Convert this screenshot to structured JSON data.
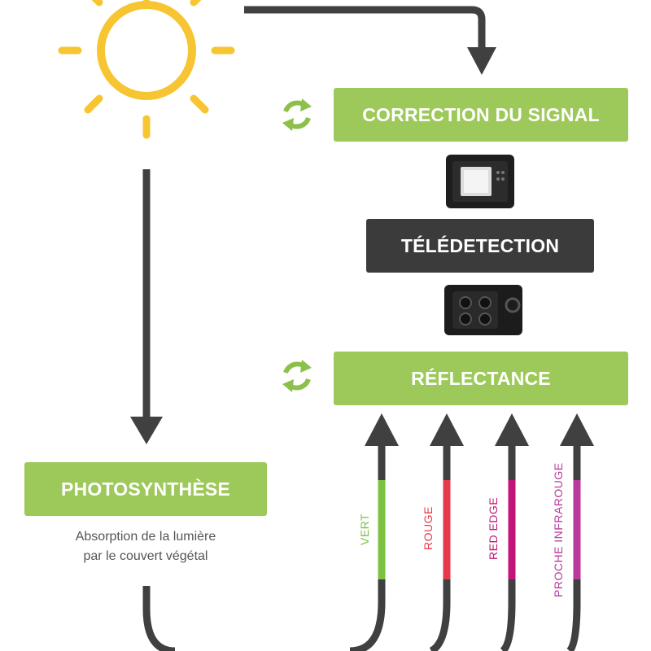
{
  "colors": {
    "sun": "#f7c531",
    "green": "#9dc85a",
    "dark": "#3b3b3b",
    "arrow": "#404040",
    "vert": "#7cc143",
    "rouge": "#e63a4c",
    "red_edge": "#c2157a",
    "proche_infrarouge": "#b93a9c"
  },
  "boxes": {
    "correction": "CORRECTION DU SIGNAL",
    "teledetection": "TÉLÉDETECTION",
    "reflectance": "RÉFLECTANCE",
    "photosynthese": "PHOTOSYNTHÈSE"
  },
  "photosynthese_note": {
    "line1": "Absorption de la lumière",
    "line2": "par le couvert végétal"
  },
  "bands": {
    "vert": "VERT",
    "rouge": "ROUGE",
    "red_edge": "RED EDGE",
    "proche_infrarouge": "PROCHE INFRAROUGE"
  },
  "icons": {
    "sun": "sun-icon",
    "recycle": "refresh-icon",
    "sensor_top": "sensor-device-icon",
    "sensor_bottom": "multispectral-camera-icon"
  }
}
